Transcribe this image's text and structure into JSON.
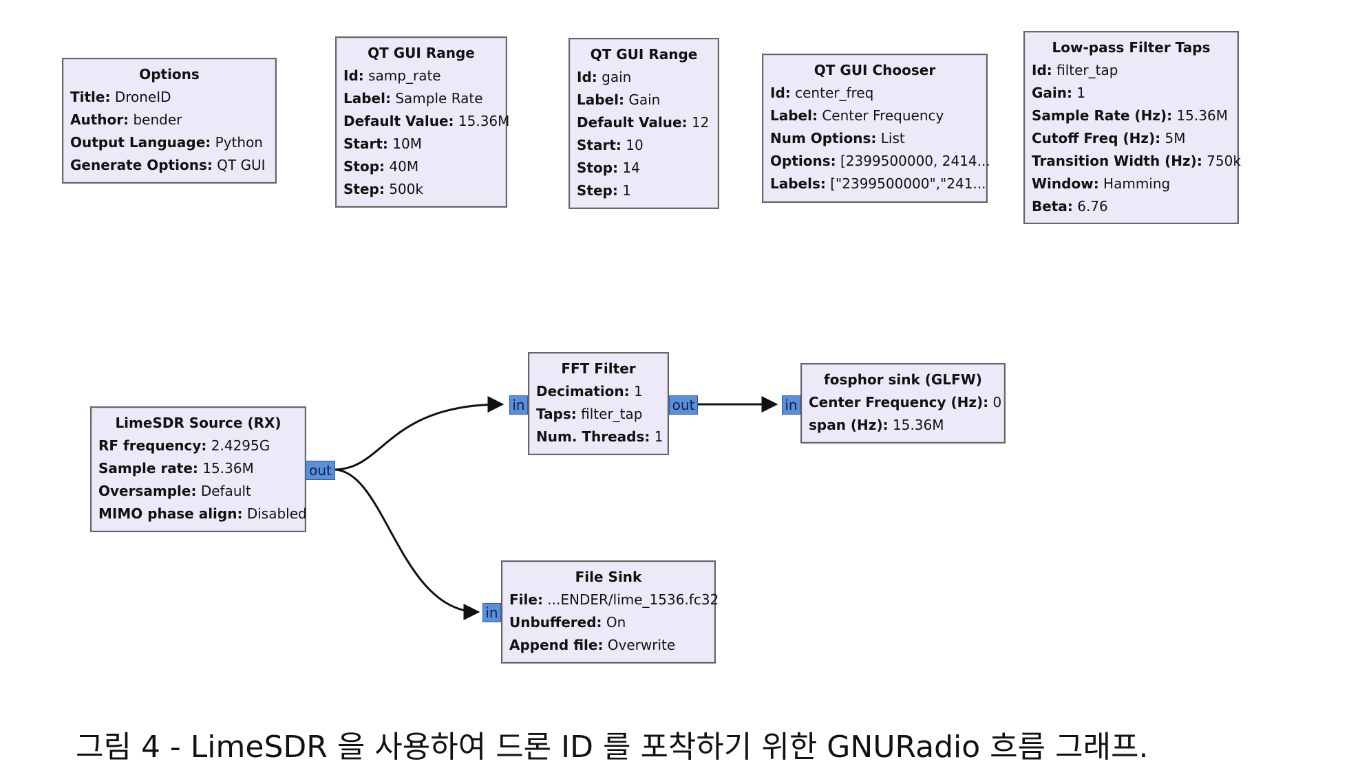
{
  "blocks": {
    "options": {
      "title": "Options",
      "rows": [
        {
          "k": "Title:",
          "v": "DroneID"
        },
        {
          "k": "Author:",
          "v": "bender"
        },
        {
          "k": "Output Language:",
          "v": "Python"
        },
        {
          "k": "Generate Options:",
          "v": "QT GUI"
        }
      ]
    },
    "qt_range_1": {
      "title": "QT GUI Range",
      "rows": [
        {
          "k": "Id:",
          "v": "samp_rate"
        },
        {
          "k": "Label:",
          "v": "Sample Rate"
        },
        {
          "k": "Default Value:",
          "v": "15.36M"
        },
        {
          "k": "Start:",
          "v": "10M"
        },
        {
          "k": "Stop:",
          "v": "40M"
        },
        {
          "k": "Step:",
          "v": "500k"
        }
      ]
    },
    "qt_range_2": {
      "title": "QT GUI Range",
      "rows": [
        {
          "k": "Id:",
          "v": "gain"
        },
        {
          "k": "Label:",
          "v": "Gain"
        },
        {
          "k": "Default Value:",
          "v": "12"
        },
        {
          "k": "Start:",
          "v": "10"
        },
        {
          "k": "Stop:",
          "v": "14"
        },
        {
          "k": "Step:",
          "v": "1"
        }
      ]
    },
    "qt_chooser": {
      "title": "QT GUI Chooser",
      "rows": [
        {
          "k": "Id:",
          "v": "center_freq"
        },
        {
          "k": "Label:",
          "v": "Center Frequency"
        },
        {
          "k": "Num Options:",
          "v": "List"
        },
        {
          "k": "Options:",
          "v": "[2399500000, 2414..."
        },
        {
          "k": "Labels:",
          "v": "[\"2399500000\",\"241..."
        }
      ]
    },
    "lpf_taps": {
      "title": "Low-pass Filter Taps",
      "rows": [
        {
          "k": "Id:",
          "v": "filter_tap"
        },
        {
          "k": "Gain:",
          "v": "1"
        },
        {
          "k": "Sample Rate (Hz):",
          "v": "15.36M"
        },
        {
          "k": "Cutoff Freq (Hz):",
          "v": "5M"
        },
        {
          "k": "Transition Width (Hz):",
          "v": "750k"
        },
        {
          "k": "Window:",
          "v": "Hamming"
        },
        {
          "k": "Beta:",
          "v": "6.76"
        }
      ]
    },
    "limesdr": {
      "title": "LimeSDR Source (RX)",
      "rows": [
        {
          "k": "RF frequency:",
          "v": "2.4295G"
        },
        {
          "k": "Sample rate:",
          "v": "15.36M"
        },
        {
          "k": "Oversample:",
          "v": "Default"
        },
        {
          "k": "MIMO phase align:",
          "v": "Disabled"
        }
      ]
    },
    "fft_filter": {
      "title": "FFT Filter",
      "rows": [
        {
          "k": "Decimation:",
          "v": "1"
        },
        {
          "k": "Taps:",
          "v": "filter_tap"
        },
        {
          "k": "Num. Threads:",
          "v": "1"
        }
      ]
    },
    "fosphor": {
      "title": "fosphor sink (GLFW)",
      "rows": [
        {
          "k": "Center Frequency (Hz):",
          "v": "0"
        },
        {
          "k": "span (Hz):",
          "v": "15.36M"
        }
      ]
    },
    "file_sink": {
      "title": "File Sink",
      "rows": [
        {
          "k": "File:",
          "v": "...ENDER/lime_1536.fc32"
        },
        {
          "k": "Unbuffered:",
          "v": "On"
        },
        {
          "k": "Append file:",
          "v": "Overwrite"
        }
      ]
    }
  },
  "ports": {
    "out": "out",
    "in": "in"
  },
  "caption": "그림 4 - LimeSDR 을 사용하여 드론 ID 를 포착하기 위한 GNURadio 흐름 그래프.",
  "colors": {
    "block_bg": "#eceaf9",
    "port": "#5b8fd8",
    "wire": "#111111"
  }
}
